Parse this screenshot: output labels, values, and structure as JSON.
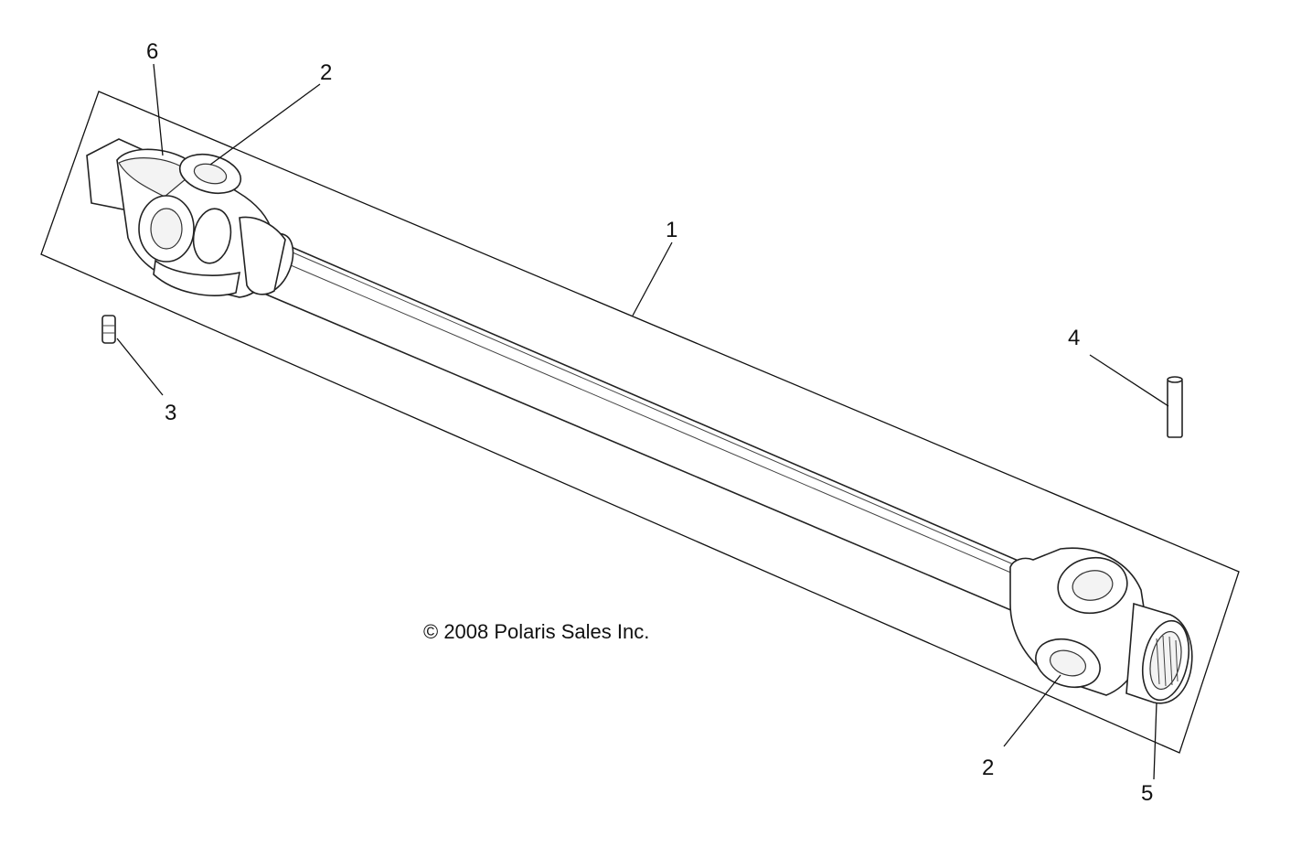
{
  "callouts": {
    "c1": "1",
    "c2_top": "2",
    "c2_bottom": "2",
    "c3": "3",
    "c4": "4",
    "c5": "5",
    "c6": "6"
  },
  "copyright": "© 2008 Polaris Sales Inc."
}
